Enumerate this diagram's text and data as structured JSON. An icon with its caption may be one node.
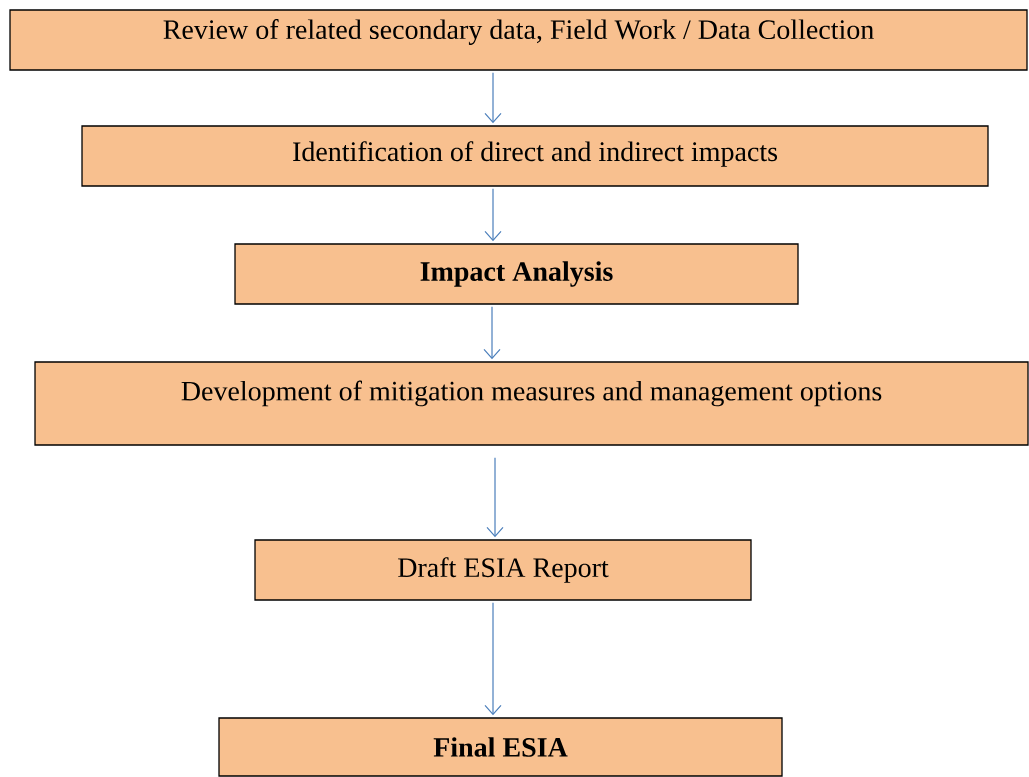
{
  "diagram": {
    "nodes": [
      {
        "text": [
          "Review of related secondary data, Field Work / Data Collection"
        ]
      },
      {
        "text": [
          "Identification of direct and indirect impacts"
        ]
      },
      {
        "text": [
          "Impact Analysis"
        ]
      },
      {
        "text": [
          "Development of mitigation measures and management options"
        ]
      },
      {
        "text": [
          "Draft ESIA Report"
        ]
      },
      {
        "text": [
          "Final ESIA"
        ]
      }
    ],
    "edges": [
      {
        "from": 0,
        "to": 1,
        "arrow": "to"
      },
      {
        "from": 1,
        "to": 2,
        "arrow": "to"
      },
      {
        "from": 2,
        "to": 3,
        "arrow": "to"
      },
      {
        "from": 3,
        "to": 4,
        "arrow": "to"
      },
      {
        "from": 4,
        "to": 5,
        "arrow": "to"
      }
    ]
  }
}
